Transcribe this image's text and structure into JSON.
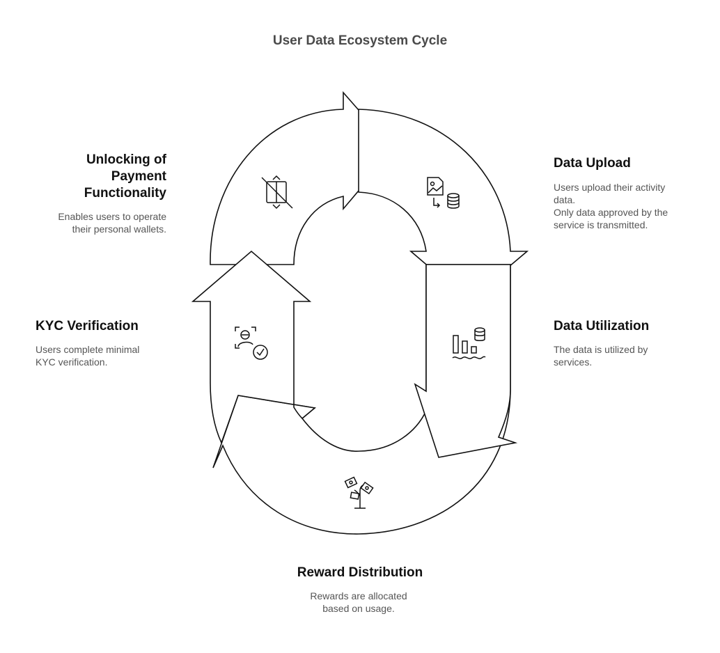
{
  "title": "User Data Ecosystem Cycle",
  "steps": [
    {
      "heading": "Data Upload",
      "description": "Users upload their activity data.\nOnly data approved by the service is transmitted.",
      "icon": "image-to-database-icon"
    },
    {
      "heading": "Data Utilization",
      "description": "The data is utilized by services.",
      "icon": "data-lake-chart-icon"
    },
    {
      "heading": "Reward Distribution",
      "description": "Rewards are allocated based on usage.",
      "icon": "money-plant-icon"
    },
    {
      "heading": "KYC Verification",
      "description": "Users complete minimal KYC verification.",
      "icon": "face-verification-icon"
    },
    {
      "heading": "Unlocking of Payment Functionality",
      "description": "Enables users to operate their personal wallets.",
      "icon": "mobile-payment-disabled-icon"
    }
  ]
}
